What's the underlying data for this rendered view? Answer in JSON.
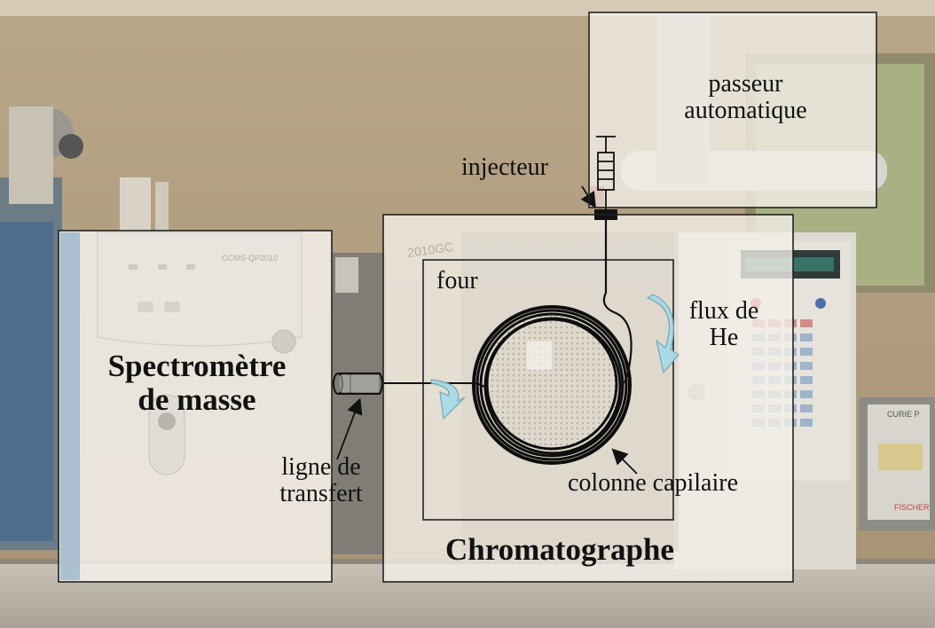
{
  "labels": {
    "passeur_line1": "passeur",
    "passeur_line2": "automatique",
    "injecteur": "injecteur",
    "four": "four",
    "flux_line1": "flux de",
    "flux_line2": "He",
    "spectrometre_line1": "Spectromètre",
    "spectrometre_line2": "de masse",
    "ligne_line1": "ligne de",
    "ligne_line2": "transfert",
    "colonne": "colonne capilaire",
    "chromatographe": "Chromatographe"
  },
  "photo_labels": {
    "gc_brand": "2010GC",
    "ms_brand": "GCMS-QP2010",
    "curie_label": "CURIE P",
    "fischer_label": "FISCHER"
  },
  "colors": {
    "wall": "#bba88a",
    "panel_overlay": "#f3efe8",
    "outline": "#222222",
    "flow_arrow": "#a9dbe8",
    "column": "#0d0d0d"
  }
}
